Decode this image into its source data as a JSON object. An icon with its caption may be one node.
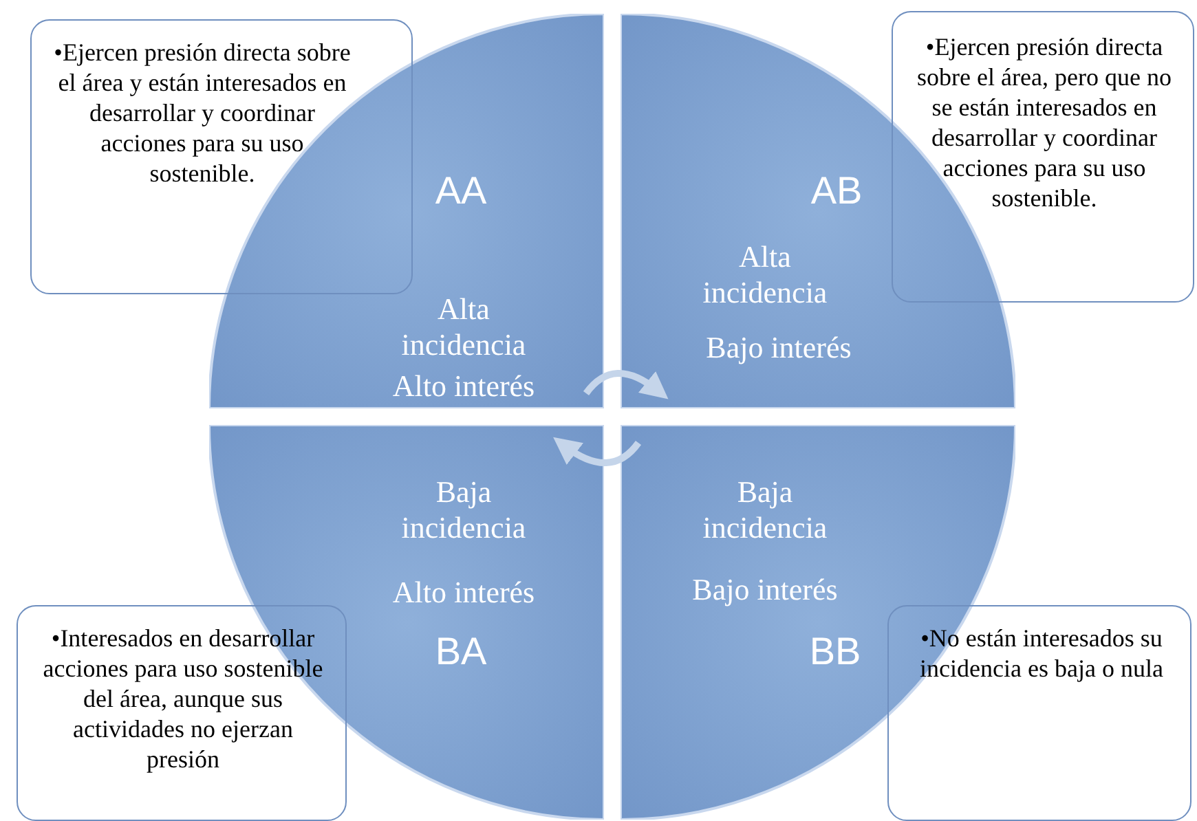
{
  "diagram": {
    "nodes": [
      {
        "text": [
          "•Ejercen presión directa sobre el área y están interesados en desarrollar y coordinar acciones para su uso sostenible."
        ]
      },
      {
        "text": [
          "AA",
          "Alta incidencia",
          "Alto interés"
        ]
      },
      {
        "text": [
          "AB",
          "Alta incidencia",
          "Bajo interés"
        ]
      },
      {
        "text": [
          "•Ejercen presión directa sobre el área, pero que no se están interesados en desarrollar y coordinar acciones para su uso sostenible."
        ]
      },
      {
        "text": [
          "Baja incidencia",
          "Alto interés",
          "BA"
        ]
      },
      {
        "text": [
          "Baja incidencia",
          "Bajo interés",
          "BB"
        ]
      },
      {
        "text": [
          "•Interesados en desarrollar acciones para uso sostenible del área, aunque sus actividades no ejerzan presión"
        ]
      },
      {
        "text": [
          "•No están interesados su incidencia es baja o nula"
        ]
      }
    ],
    "edges": [
      {
        "from": 1,
        "to": 2,
        "arrow": "to"
      },
      {
        "from": 5,
        "to": 4,
        "arrow": "to"
      }
    ]
  }
}
